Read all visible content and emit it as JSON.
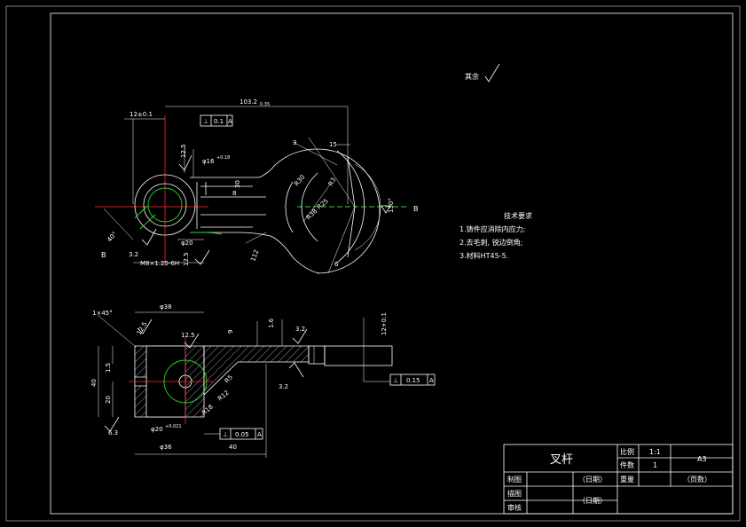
{
  "roughness_note": {
    "label": "其余"
  },
  "top_view": {
    "dim_overall_length": "103.2",
    "dim_overall_tol": "0.35",
    "dim_left_offset": "12±0.1",
    "frame_tol_1": {
      "symbol": "⊥",
      "value": "0.1",
      "datum": "A"
    },
    "dim_bore": "φ16",
    "bore_tol": "+0.18",
    "dim_ra_top": "12.5",
    "dim_30": "30",
    "dim_8": "8",
    "dim_15": "15",
    "dim_3": "3",
    "dim_r30": "R30",
    "dim_r25": "R25",
    "dim_r3": "R3",
    "dim_r38": "R38",
    "dim_130deg": "130°",
    "dim_112": "112",
    "dim_phi20": "φ20",
    "dim_thread": "M8×1.25-6H",
    "dim_ra_left": "12.5",
    "dim_40deg": "40°",
    "dim_32": "3.2",
    "label_b_left": "B",
    "label_b_right": "B",
    "dim_6": "6"
  },
  "front_view": {
    "dim_chamfer": "1×45°",
    "dim_phi38": "φ38",
    "dim_ra_1": "12.5",
    "dim_ra_2": "12.5",
    "dim_9": "9",
    "dim_16": "1.6",
    "dim_ra_32": "3.2",
    "dim_12_tol": "12+0.1",
    "dim_15": "1.5",
    "dim_40": "40",
    "dim_20": "20",
    "dim_r5": "R5",
    "dim_r12": "R12",
    "dim_r18": "R18",
    "dim_ra_r": "3.2",
    "dim_ra_63": "6.3",
    "dim_bore2": "φ20",
    "bore2_tol": "+0.021",
    "dim_phi36": "φ36",
    "dim_40b": "40",
    "frame_tol_2": {
      "symbol": "⊥",
      "value": "0.15",
      "datum": "A"
    },
    "frame_tol_3": {
      "symbol": "⊥",
      "value": "0.05",
      "datum": "A"
    }
  },
  "tech_req": {
    "title": "技术要求",
    "lines": [
      "1.铸件应消除内应力;",
      "2.去毛刺, 锐边倒角;",
      "3.材料HT45-5."
    ]
  },
  "title_block": {
    "part_name": "叉杆",
    "scale_label": "比例",
    "scale_value": "1:1",
    "qty_label": "件数",
    "qty_value": "1",
    "sheet_size": "A3",
    "drawn_label": "制图",
    "date_1": "（日期）",
    "weight_label": "重量",
    "pages": "（页数）",
    "traced_label": "描图",
    "checked_label": "审核",
    "date_2": "（日期）"
  }
}
